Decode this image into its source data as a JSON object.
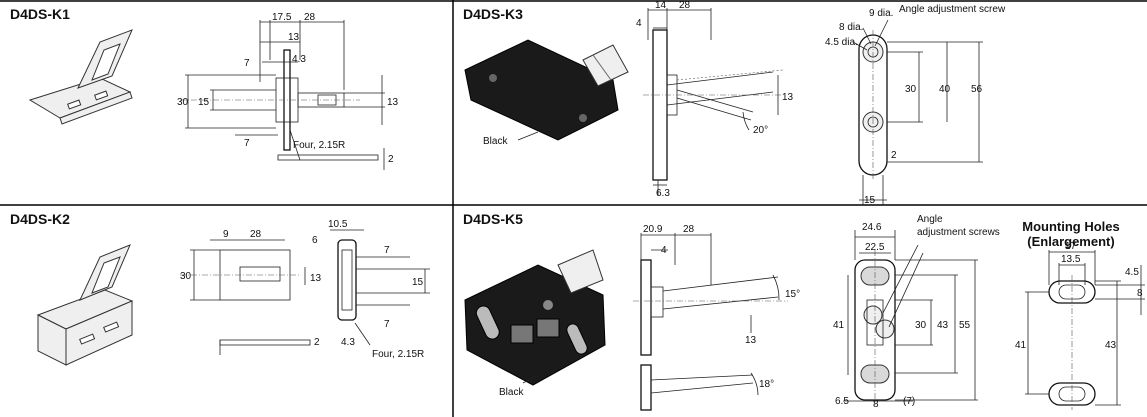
{
  "panels": {
    "k1": {
      "title": "D4DS-K1",
      "dims": {
        "d17_5": "17.5",
        "d28": "28",
        "d13_top": "13",
        "d4_3": "4.3",
        "d7_top": "7",
        "d30": "30",
        "d15": "15",
        "d13_right": "13",
        "d7_bottom": "7",
        "holes_note": "Four, 2.15R",
        "d2": "2"
      }
    },
    "k3": {
      "title": "D4DS-K3",
      "dims": {
        "d14": "14",
        "d28": "28",
        "d4": "4",
        "d13": "13",
        "angle": "20°",
        "d6_3": "6.3",
        "d9dia": "9 dia.",
        "d8dia": "8 dia.",
        "d4_5dia": "4.5 dia.",
        "screw_label": "Angle adjustment screw",
        "d30": "30",
        "d40": "40",
        "d56": "56",
        "d2": "2",
        "d15": "15"
      },
      "color_label": "Black"
    },
    "k2": {
      "title": "D4DS-K2",
      "dims": {
        "d10_5": "10.5",
        "d9": "9",
        "d28": "28",
        "d6": "6",
        "d7_top": "7",
        "d30": "30",
        "d13": "13",
        "d15": "15",
        "d2": "2",
        "d4_3": "4.3",
        "d7_bottom": "7",
        "holes_note": "Four, 2.15R"
      }
    },
    "k5": {
      "title": "D4DS-K5",
      "dims": {
        "d20_9": "20.9",
        "d28": "28",
        "d4": "4",
        "angle15": "15°",
        "d13": "13",
        "angle18": "18°",
        "d24_6": "24.6",
        "d22_5": "22.5",
        "screws_line1": "Angle",
        "screws_line2": "adjustment screws",
        "d41": "41",
        "d30": "30",
        "d43": "43",
        "d55": "55",
        "d6_5": "6.5",
        "d8": "8",
        "d7p": "(7)"
      },
      "color_label": "Black",
      "mounting": {
        "title_line1": "Mounting Holes",
        "title_line2": "(Enlargement)",
        "d17": "17",
        "d13_5": "13.5",
        "d4_5": "4.5",
        "d8": "8",
        "d41": "41",
        "d43": "43"
      }
    }
  }
}
